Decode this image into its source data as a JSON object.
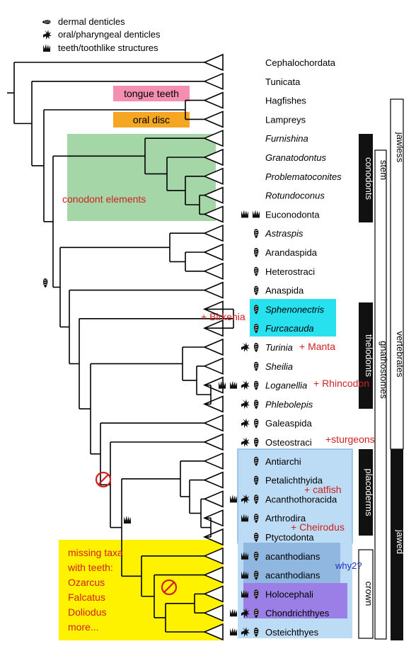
{
  "legend": {
    "dermal": "dermal denticles",
    "oral": "oral/pharyngeal denticles",
    "teeth": "teeth/toothlike structures"
  },
  "taxa": [
    {
      "name": "Cephalochordata",
      "italic": false
    },
    {
      "name": "Tunicata",
      "italic": false
    },
    {
      "name": "Hagfishes",
      "italic": false
    },
    {
      "name": "Lampreys",
      "italic": false
    },
    {
      "name": "Furnishina",
      "italic": true
    },
    {
      "name": "Granatodontus",
      "italic": true
    },
    {
      "name": "Problematoconites",
      "italic": true
    },
    {
      "name": "Rotundoconus",
      "italic": true
    },
    {
      "name": "Euconodonta",
      "italic": false
    },
    {
      "name": "Astraspis",
      "italic": true
    },
    {
      "name": "Arandaspida",
      "italic": false
    },
    {
      "name": "Heterostraci",
      "italic": false
    },
    {
      "name": "Anaspida",
      "italic": false
    },
    {
      "name": "Sphenonectris",
      "italic": true
    },
    {
      "name": "Furcacauda",
      "italic": true
    },
    {
      "name": "Turinia",
      "italic": true
    },
    {
      "name": "Sheilia",
      "italic": true
    },
    {
      "name": "Loganellia",
      "italic": true
    },
    {
      "name": "Phlebolepis",
      "italic": true
    },
    {
      "name": "Galeaspida",
      "italic": false
    },
    {
      "name": "Osteostraci",
      "italic": false
    },
    {
      "name": "Antiarchi",
      "italic": false
    },
    {
      "name": "Petalichthyida",
      "italic": false
    },
    {
      "name": "Acanthothoracida",
      "italic": false
    },
    {
      "name": "Arthrodira",
      "italic": false
    },
    {
      "name": "Ptyctodonta",
      "italic": false
    },
    {
      "name": "acanthodians",
      "italic": false
    },
    {
      "name": "acanthodians",
      "italic": false
    },
    {
      "name": "Holocephali",
      "italic": false
    },
    {
      "name": "Chondrichthyes",
      "italic": false
    },
    {
      "name": "Osteichthyes",
      "italic": false
    }
  ],
  "annotations": {
    "tongue_teeth": "tongue teeth",
    "oral_disc": "oral disc",
    "conodont_elements": "conodont elements",
    "birkenia": "+ Birkenia",
    "manta": "+ Manta",
    "rhincodon": "+ Rhincodon",
    "sturgeons": "+sturgeons",
    "catfish": "+ catfish",
    "cheirodus": "+ Cheirodus",
    "why2": "why2?",
    "missing_taxa": [
      "missing taxa",
      "with teeth:",
      "Ozarcus",
      "Falcatus",
      "Doliodus",
      "more..."
    ]
  },
  "group_labels": {
    "conodonts": "conodonts",
    "thelodonts": "thelodonts",
    "placoderms": "placoderms",
    "stem": "stem",
    "crown": "crown",
    "gnathostomes": "gnathostomes",
    "jawless": "jawless",
    "vertebrates": "vertebrates",
    "jawed": "jawed"
  },
  "colors": {
    "pink": "#f48fb1",
    "orange": "#f5a623",
    "green": "#a5d6a7",
    "cyan": "#27e1ef",
    "lightblue": "#bcdcf5",
    "midblue": "#8fb7e0",
    "yellow": "#fff200",
    "purple": "#9b7fe6",
    "red": "#d11f1f",
    "darkblue": "#1f2fbf"
  }
}
